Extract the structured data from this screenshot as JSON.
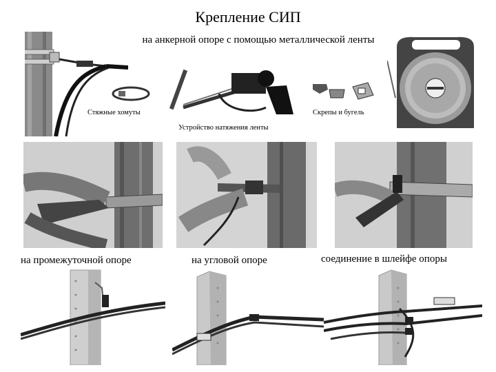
{
  "page": {
    "title": "Крепление СИП",
    "subtitle": "на анкерной опоре с помощью металлической ленты"
  },
  "labels": {
    "clamps": "Стяжные хомуты",
    "brackets": "Скрепы и бугель",
    "tensioner": "Устройство натяжения ленты"
  },
  "captions": {
    "intermediate": "на промежуточной опоре",
    "corner": "на угловой опоре",
    "loop": "соединение в шлейфе опоры"
  }
}
